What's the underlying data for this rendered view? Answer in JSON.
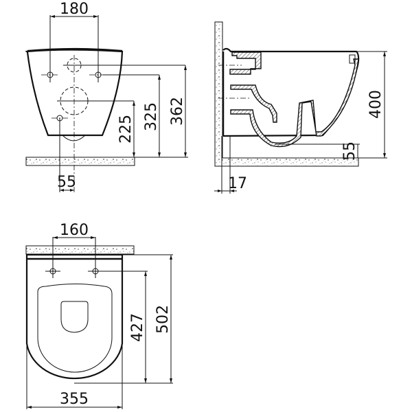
{
  "drawing": {
    "subject": "Wall-hung toilet technical dimension drawing",
    "units": "mm",
    "views": {
      "front": {
        "label": "front-view",
        "dimensions": {
          "fixing_bolt_spacing": "180",
          "inlet_height": "362",
          "bolt_height": "325",
          "outlet_height": "225",
          "outlet_offset": "55"
        }
      },
      "side": {
        "label": "side-section-view",
        "dimensions": {
          "rim_height": "400",
          "bottom_clearance": "55",
          "wall_gap": "17"
        }
      },
      "top": {
        "label": "top-view",
        "dimensions": {
          "seat_bolt_spacing": "160",
          "total_depth": "502",
          "bolt_to_front": "427",
          "width": "355"
        }
      }
    }
  }
}
